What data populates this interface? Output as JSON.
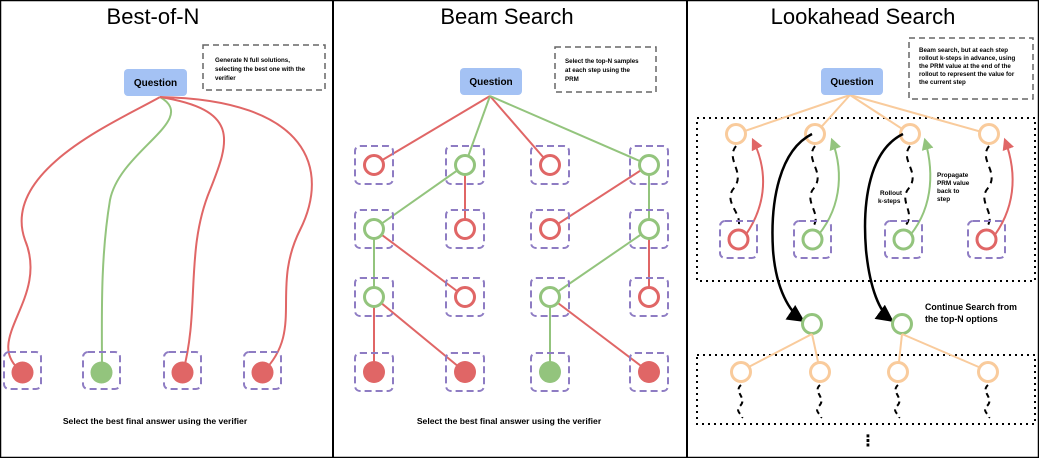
{
  "colors": {
    "red": "#e06666",
    "green": "#93c47d",
    "orange": "#f9cb9c",
    "question_fill": "#a4c2f4",
    "dashed_box": "#8e7cc3",
    "note_border": "#666666"
  },
  "panels": [
    {
      "title": "Best-of-N",
      "question": "Question",
      "note": [
        "Generate N full solutions,",
        "selecting the best one with the",
        "verifier"
      ],
      "caption": "Select the best final answer using the verifier"
    },
    {
      "title": "Beam Search",
      "question": "Question",
      "note": [
        "Select the top-N samples",
        "at each step using the",
        "PRM"
      ],
      "caption": "Select the best final answer using the verifier"
    },
    {
      "title": "Lookahead Search",
      "question": "Question",
      "note": [
        "Beam search, but at each step",
        "rollout k-steps in advance, using",
        "the PRM value at the end of the",
        "rollout to represent the value for",
        "the current step"
      ],
      "rollout_label": [
        "Rollout",
        "k-steps"
      ],
      "propagate_label": [
        "Propagate",
        "PRM value",
        "back to",
        "step"
      ],
      "continue_label": [
        "Continue Search from",
        "the top-N options"
      ],
      "ellipsis": "⋮"
    }
  ]
}
